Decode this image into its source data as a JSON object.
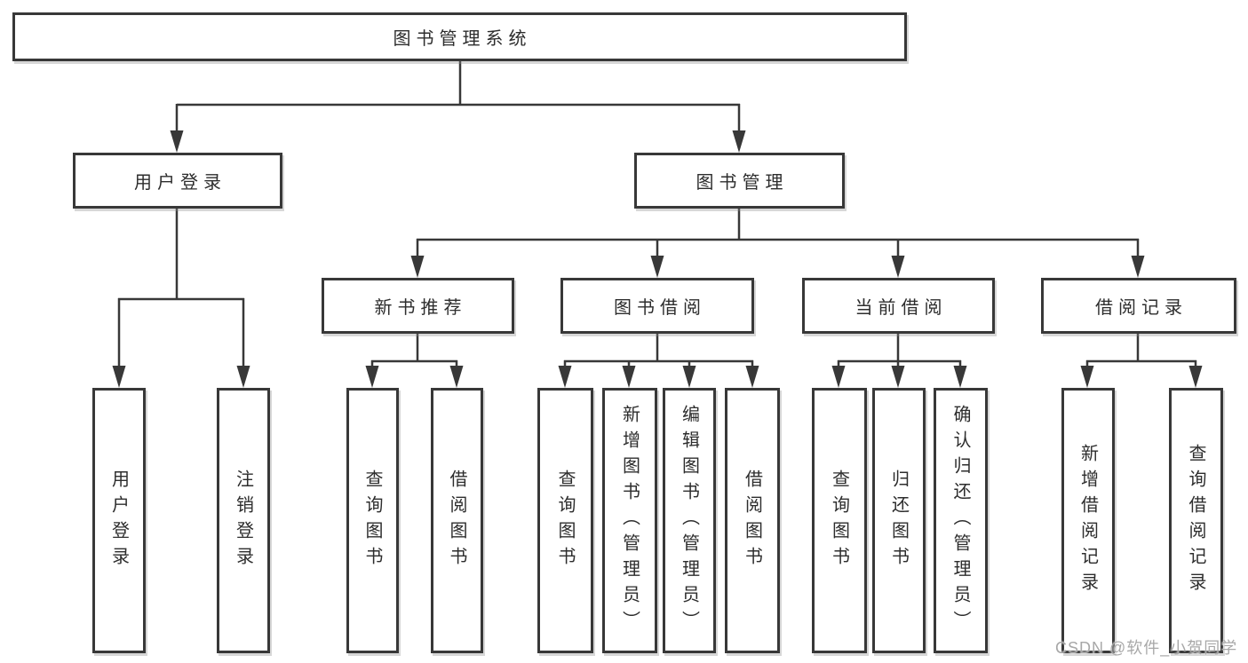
{
  "tree": {
    "label": "图书管理系统",
    "children": [
      {
        "label": "用户登录",
        "children": [
          {
            "label": "用户登录"
          },
          {
            "label": "注销登录"
          }
        ]
      },
      {
        "label": "图书管理",
        "children": [
          {
            "label": "新书推荐",
            "children": [
              {
                "label": "查询图书"
              },
              {
                "label": "借阅图书"
              }
            ]
          },
          {
            "label": "图书借阅",
            "children": [
              {
                "label": "查询图书"
              },
              {
                "label": "新增图书（管理员）"
              },
              {
                "label": "编辑图书（管理员）"
              },
              {
                "label": "借阅图书"
              }
            ]
          },
          {
            "label": "当前借阅",
            "children": [
              {
                "label": "查询图书"
              },
              {
                "label": "归还图书"
              },
              {
                "label": "确认归还（管理员）"
              }
            ]
          },
          {
            "label": "借阅记录",
            "children": [
              {
                "label": "新增借阅记录"
              },
              {
                "label": "查询借阅记录"
              }
            ]
          }
        ]
      }
    ]
  },
  "colors": {
    "line": "#383838",
    "box_border": "#383838",
    "text": "#2d2d2d",
    "watermark": "#a8a8a8",
    "background": "#ffffff"
  },
  "watermark": {
    "text": "CSDN @软件_小贺同学"
  }
}
